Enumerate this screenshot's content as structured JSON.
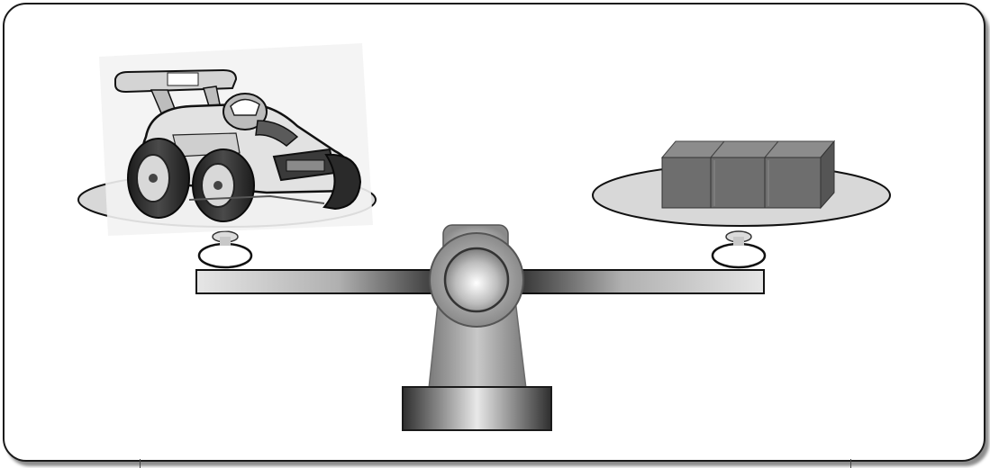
{
  "scene": {
    "left_object": "race-car",
    "right_object": "three-cubes",
    "beam_state": "balanced"
  },
  "colors": {
    "frame_border": "#1a1a1a",
    "beam_dark": "#4a4a4a",
    "beam_light": "#e0e0e0",
    "plate_fill": "#d8d8d8",
    "cube_front": "#6e6e6e",
    "cube_top": "#8c8c8c",
    "cube_side": "#555555",
    "pillar": "#9a9a9a"
  }
}
